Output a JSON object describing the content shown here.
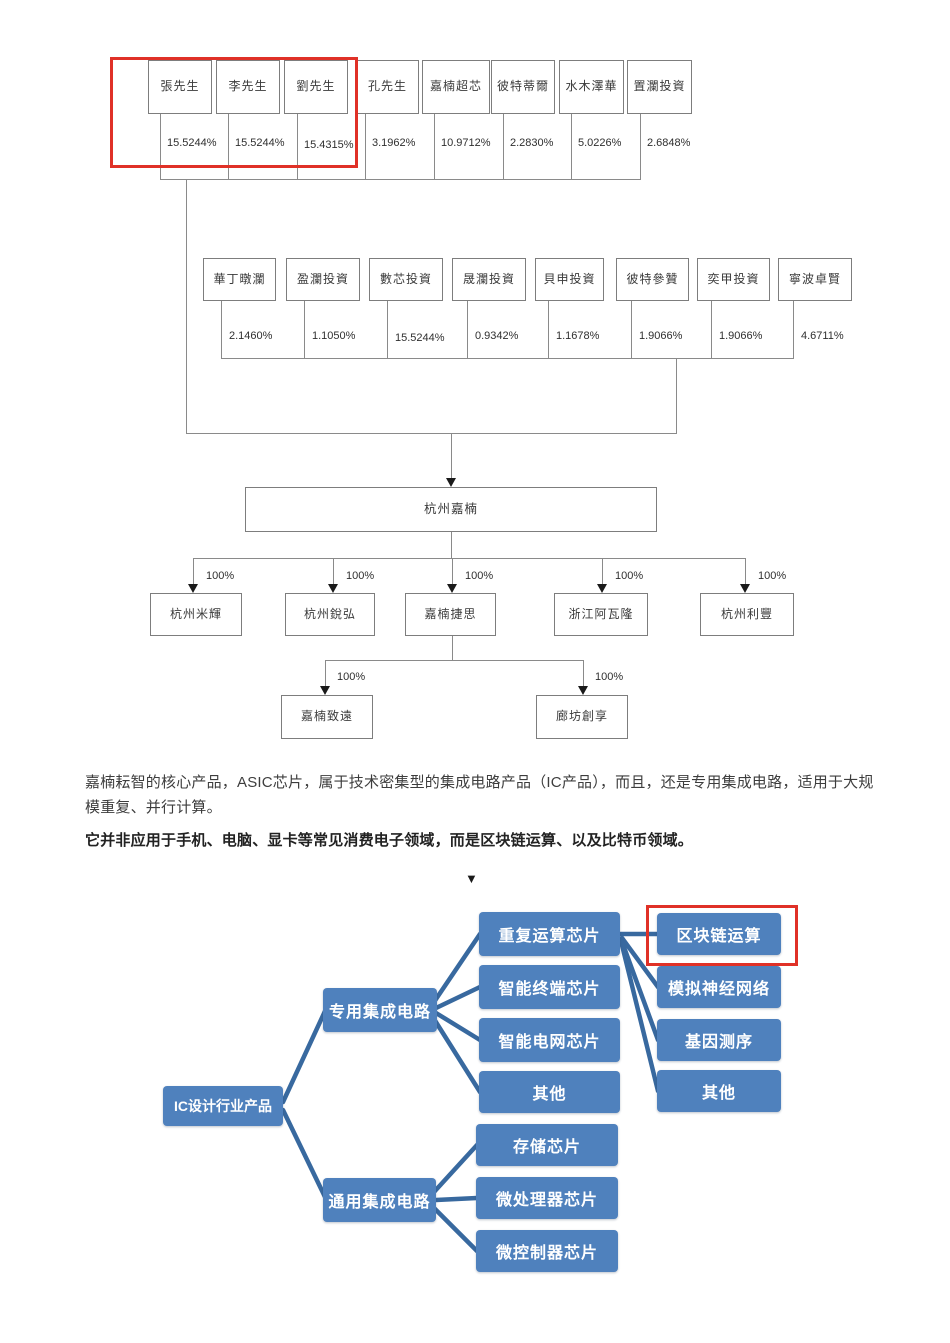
{
  "colors": {
    "accent_blue": "#4f81bd",
    "tree_line_blue": "#38699f",
    "highlight_red": "#e03127",
    "chart_line_gray": "#8a8a8a"
  },
  "equity_chart": {
    "row1": [
      {
        "name": "張先生",
        "pct": "15.5244%"
      },
      {
        "name": "李先生",
        "pct": "15.5244%"
      },
      {
        "name": "劉先生",
        "pct": "15.4315%"
      },
      {
        "name": "孔先生",
        "pct": "3.1962%"
      },
      {
        "name": "嘉楠超芯",
        "pct": "10.9712%"
      },
      {
        "name": "彼特蒂爾",
        "pct": "2.2830%"
      },
      {
        "name": "水木澤華",
        "pct": "5.0226%"
      },
      {
        "name": "置瀾投資",
        "pct": "2.6848%"
      }
    ],
    "row2": [
      {
        "name": "華丁暾瀾",
        "pct": "2.1460%"
      },
      {
        "name": "盈瀾投資",
        "pct": "1.1050%"
      },
      {
        "name": "數芯投資",
        "pct": "15.5244%"
      },
      {
        "name": "晟瀾投資",
        "pct": "0.9342%"
      },
      {
        "name": "貝申投資",
        "pct": "1.1678%"
      },
      {
        "name": "彼特參贊",
        "pct": "1.9066%"
      },
      {
        "name": "奕甲投資",
        "pct": "1.9066%"
      },
      {
        "name": "寧波卓賢",
        "pct": "4.6711%"
      }
    ],
    "parent": {
      "name": "杭州嘉楠"
    },
    "subsidiaries": [
      {
        "name": "杭州米輝",
        "pct": "100%"
      },
      {
        "name": "杭州銳弘",
        "pct": "100%"
      },
      {
        "name": "嘉楠捷思",
        "pct": "100%"
      },
      {
        "name": "浙江阿瓦隆",
        "pct": "100%"
      },
      {
        "name": "杭州利豐",
        "pct": "100%"
      }
    ],
    "sub_subsidiaries": [
      {
        "name": "嘉楠致遠",
        "pct": "100%"
      },
      {
        "name": "廊坊創享",
        "pct": "100%"
      }
    ]
  },
  "paragraphs": {
    "p1": "嘉楠耘智的核心产品，ASIC芯片，属于技术密集型的集成电路产品（IC产品），而且，还是专用集成电路，适用于大规模重复、并行计算。",
    "p2": "它并非应用于手机、电脑、显卡等常见消费电子领域，而是区块链运算、以及比特币领域。",
    "marker": "▼"
  },
  "tree": {
    "root": "IC设计行业产品",
    "special": "专用集成电路",
    "general": "通用集成电路",
    "special_children": [
      "重复运算芯片",
      "智能终端芯片",
      "智能电网芯片",
      "其他"
    ],
    "blockchain_children": [
      "区块链运算",
      "模拟神经网络",
      "基因测序",
      "其他"
    ],
    "general_children": [
      "存储芯片",
      "微处理器芯片",
      "微控制器芯片"
    ]
  }
}
